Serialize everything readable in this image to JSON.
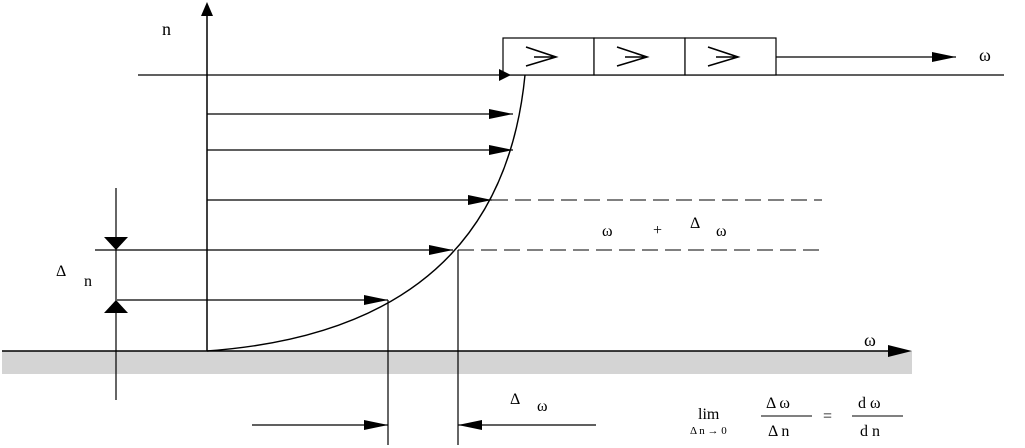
{
  "labels": {
    "n_axis": "n",
    "omega_top": "ω",
    "omega_bottom": "ω",
    "omega_plus": "ω",
    "plus": "+",
    "delta_upper": "Δ",
    "omega_upper": "ω",
    "delta_n_left_delta": "Δ",
    "delta_n_left_n": "n",
    "delta_bottom": "Δ",
    "omega_bottom_delta": "ω"
  },
  "formula": {
    "lim": "lim",
    "sub": "Δ n →  0",
    "frac1_num": "Δ  ω",
    "frac1_den": "Δ  n",
    "equals": "=",
    "frac2_num": "d  ω",
    "frac2_den": "d  n"
  },
  "colors": {
    "line": "#000000",
    "ground": "#d4d4d4"
  }
}
